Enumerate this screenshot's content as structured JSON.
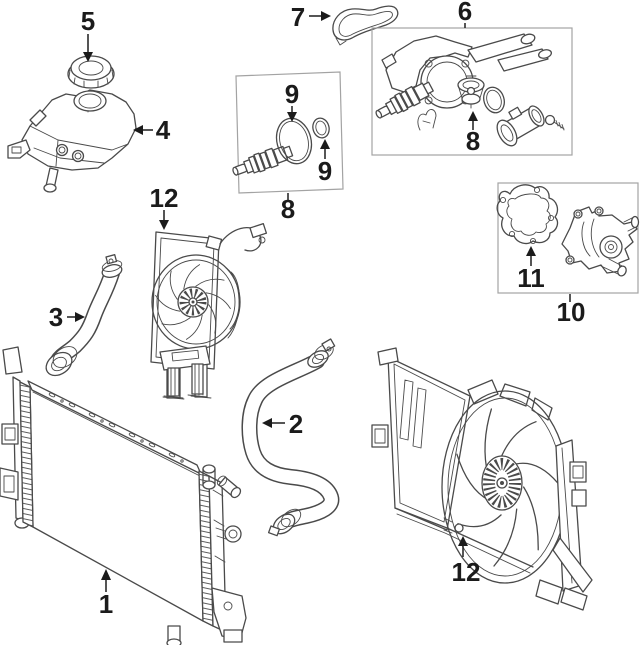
{
  "diagram": {
    "description": "cooling-system-parts-diagram",
    "background": "#ffffff",
    "line_color": "#4a4a4a",
    "box_color": "#a3a3a3",
    "label_color": "#1b1b1b",
    "callouts": {
      "c1": {
        "label": "1",
        "part": "radiator"
      },
      "c2": {
        "label": "2",
        "part": "lower-radiator-hose"
      },
      "c3": {
        "label": "3",
        "part": "upper-radiator-hose"
      },
      "c4": {
        "label": "4",
        "part": "coolant-reservoir-tank"
      },
      "c5": {
        "label": "5",
        "part": "reservoir-cap"
      },
      "c6": {
        "label": "6",
        "part": "thermostat-housing-assembly"
      },
      "c7": {
        "label": "7",
        "part": "housing-gasket"
      },
      "c8a": {
        "label": "8",
        "part": "thermostat"
      },
      "c8b": {
        "label": "8",
        "part": "sensor-with-seals"
      },
      "c9a": {
        "label": "9",
        "part": "o-ring-large"
      },
      "c9b": {
        "label": "9",
        "part": "o-ring-small"
      },
      "c10": {
        "label": "10",
        "part": "water-pump-assembly"
      },
      "c11": {
        "label": "11",
        "part": "water-pump-gasket"
      },
      "c12a": {
        "label": "12",
        "part": "cooling-fan-assembly-front"
      },
      "c12b": {
        "label": "12",
        "part": "cooling-fan-assembly-rear"
      }
    }
  }
}
